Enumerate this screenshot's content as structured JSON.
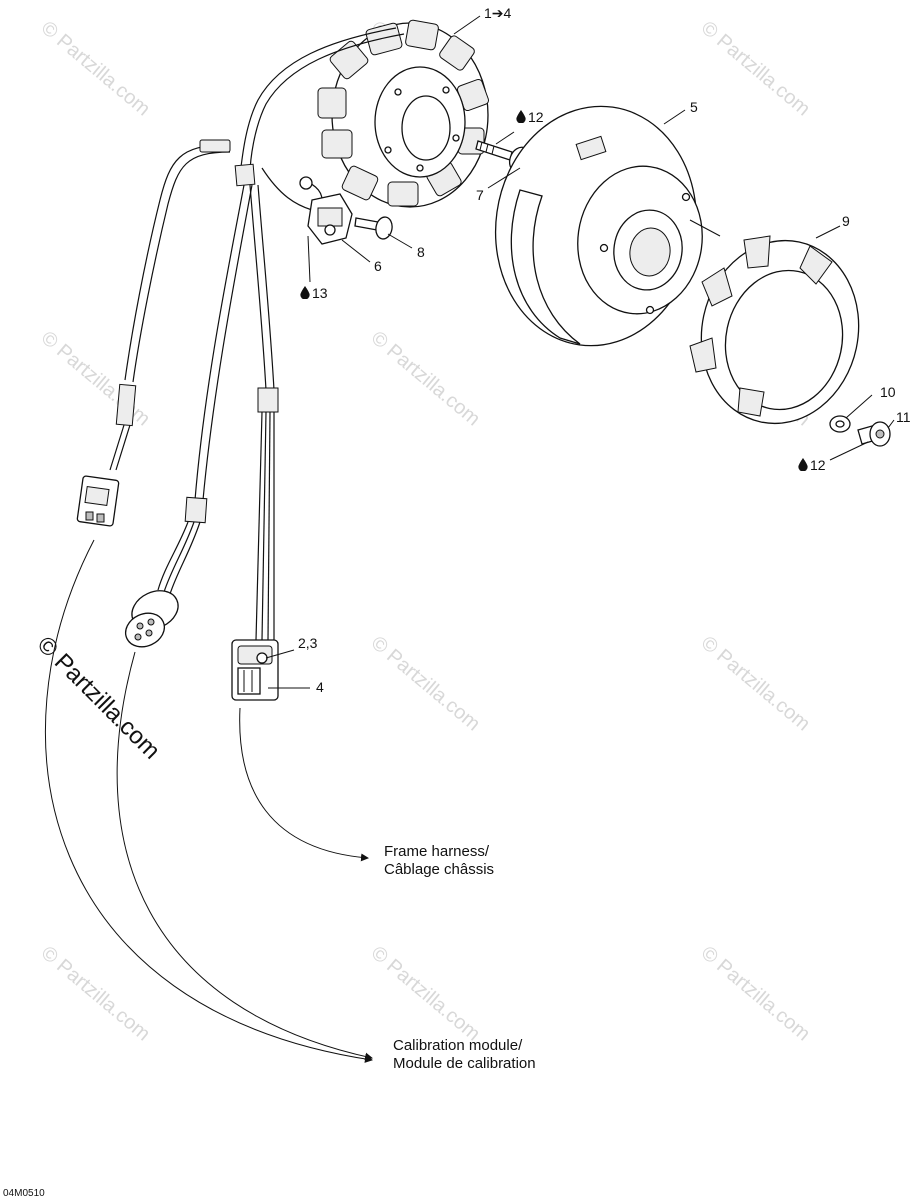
{
  "watermark": {
    "text": "© Partzilla.com"
  },
  "diagram_code": "04M0510",
  "part_labels": {
    "p1_4": "1➔4",
    "p5": "5",
    "p6": "6",
    "p7": "7",
    "p8": "8",
    "p9": "9",
    "p10": "10",
    "p11": "11",
    "p12a": "12",
    "p12b": "12",
    "p13": "13",
    "p2_3": "2,3",
    "p4": "4"
  },
  "callouts": {
    "frame_harness_line1": "Frame harness/",
    "frame_harness_line2": "Câblage châssis",
    "calibration_line1": "Calibration module/",
    "calibration_line2": "Module de calibration"
  },
  "icons": {
    "drop": "drop-icon"
  }
}
